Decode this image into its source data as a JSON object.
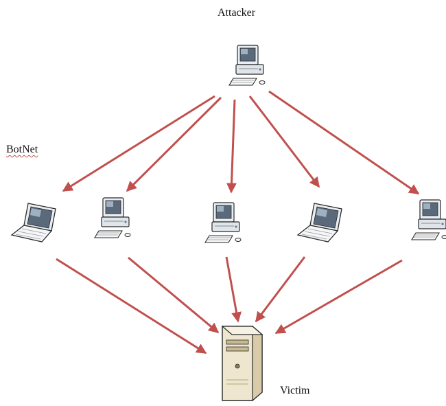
{
  "labels": {
    "attacker": "Attacker",
    "botnet": "BotNet",
    "victim": "Victim"
  },
  "nodes": {
    "attacker": {
      "icon": "desktop-computer-icon"
    },
    "bots": [
      {
        "icon": "laptop-icon"
      },
      {
        "icon": "desktop-computer-icon"
      },
      {
        "icon": "desktop-computer-icon"
      },
      {
        "icon": "laptop-icon"
      },
      {
        "icon": "desktop-computer-icon"
      }
    ],
    "victim": {
      "icon": "server-icon"
    }
  },
  "colors": {
    "arrow": "#c0504d",
    "monitor_body": "#e9eef3",
    "monitor_screen": "#5a6a7a",
    "server_body": "#efe6cf",
    "outline": "#2a2a2a"
  }
}
